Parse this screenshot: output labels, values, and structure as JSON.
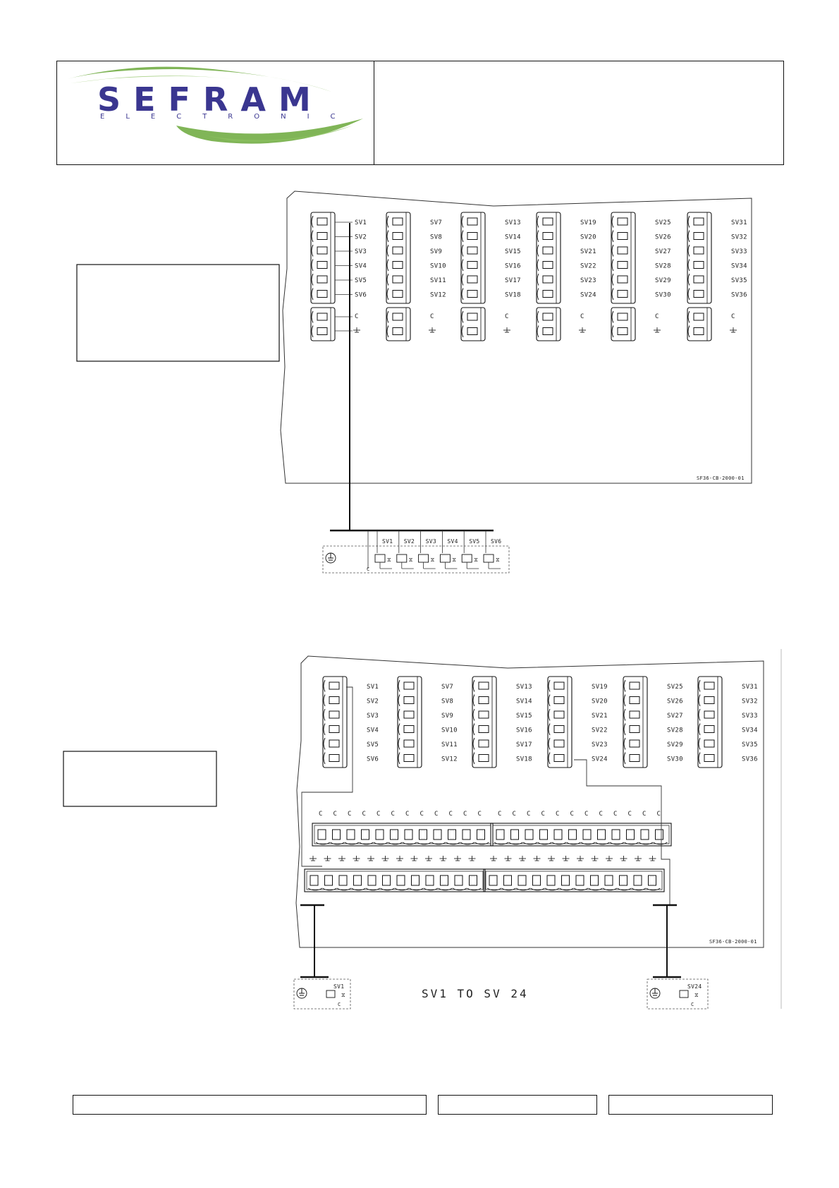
{
  "header": {
    "logo_text": "SEFRAM",
    "logo_subtext": "ELECTRONIC",
    "title": ""
  },
  "diagram1": {
    "connector_labels": [
      [
        "SV1",
        "SV2",
        "SV3",
        "SV4",
        "SV5",
        "SV6"
      ],
      [
        "SV7",
        "SV8",
        "SV9",
        "SV10",
        "SV11",
        "SV12"
      ],
      [
        "SV13",
        "SV14",
        "SV15",
        "SV16",
        "SV17",
        "SV18"
      ],
      [
        "SV19",
        "SV20",
        "SV21",
        "SV22",
        "SV23",
        "SV24"
      ],
      [
        "SV25",
        "SV26",
        "SV27",
        "SV28",
        "SV29",
        "SV30"
      ],
      [
        "SV31",
        "SV32",
        "SV33",
        "SV34",
        "SV35",
        "SV36"
      ]
    ],
    "common_label": "C",
    "board_ref": "SF36-CB-2000-01",
    "load_labels": [
      "SV1",
      "SV2",
      "SV3",
      "SV4",
      "SV5",
      "SV6"
    ],
    "load_common": "C",
    "note_text": ""
  },
  "diagram2": {
    "connector_labels": [
      [
        "SV1",
        "SV2",
        "SV3",
        "SV4",
        "SV5",
        "SV6"
      ],
      [
        "SV7",
        "SV8",
        "SV9",
        "SV10",
        "SV11",
        "SV12"
      ],
      [
        "SV13",
        "SV14",
        "SV15",
        "SV16",
        "SV17",
        "SV18"
      ],
      [
        "SV19",
        "SV20",
        "SV21",
        "SV22",
        "SV23",
        "SV24"
      ],
      [
        "SV25",
        "SV26",
        "SV27",
        "SV28",
        "SV29",
        "SV30"
      ],
      [
        "SV31",
        "SV32",
        "SV33",
        "SV34",
        "SV35",
        "SV36"
      ]
    ],
    "common_label": "C",
    "board_ref": "SF36-CB-2000-01",
    "caption": "SV1 TO SV 24",
    "load_left": "SV1",
    "load_right": "SV24",
    "load_common": "C",
    "note_text": ""
  },
  "footer": {
    "cell1": "",
    "cell2": "",
    "cell3": ""
  },
  "colors": {
    "logo_blue": "#3a3690",
    "logo_green": "#6aa83a",
    "line": "#111111"
  }
}
